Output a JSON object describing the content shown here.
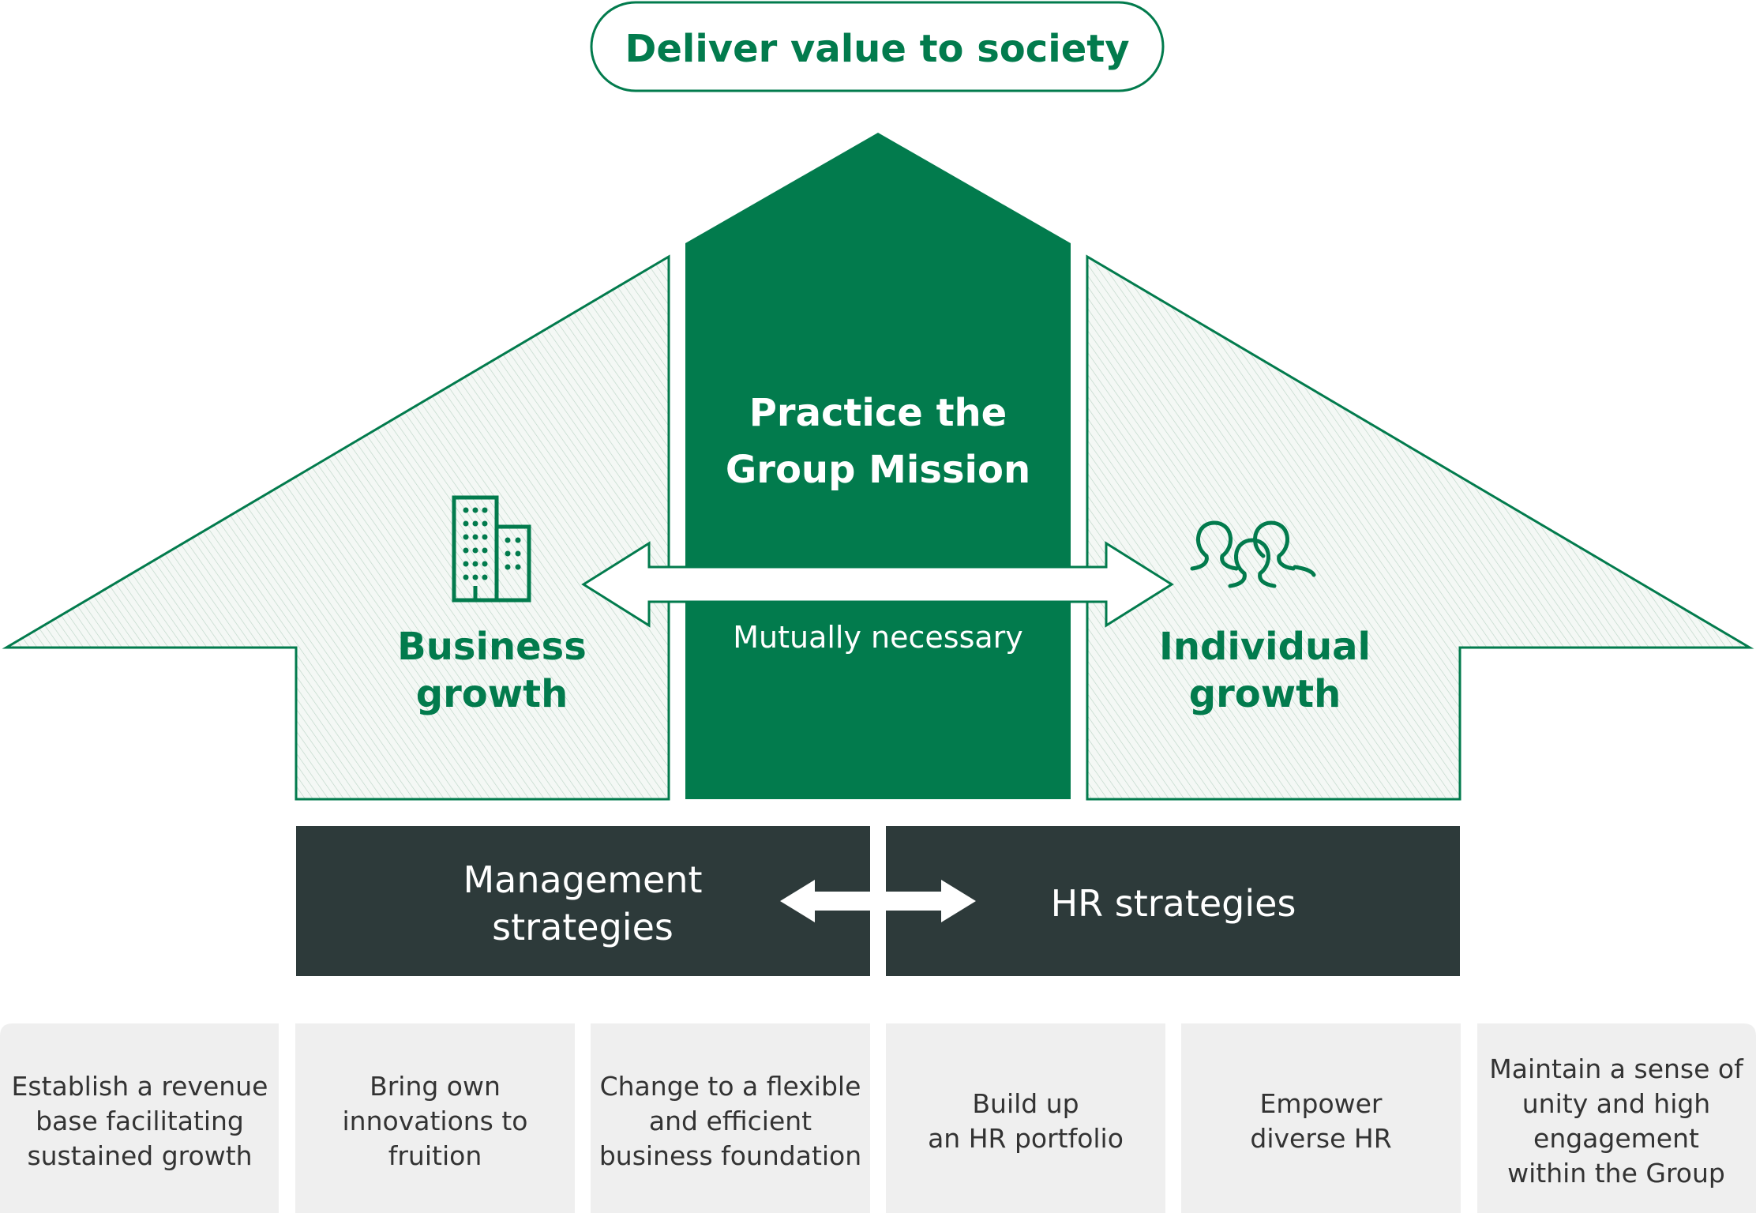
{
  "header": {
    "value_label": "Deliver value to society"
  },
  "center": {
    "mission_line1": "Practice the",
    "mission_line2": "Group Mission",
    "link_label": "Mutually necessary"
  },
  "left_wing": {
    "line1": "Business",
    "line2": "growth",
    "icon": "building-icon"
  },
  "right_wing": {
    "line1": "Individual",
    "line2": "growth",
    "icon": "people-icon"
  },
  "strategies": {
    "management_line1": "Management",
    "management_line2": "strategies",
    "hr": "HR strategies"
  },
  "pillars": [
    {
      "lines": [
        "Establish a revenue",
        "base facilitating",
        "sustained growth"
      ]
    },
    {
      "lines": [
        "Bring own",
        "innovations to",
        "fruition"
      ]
    },
    {
      "lines": [
        "Change to a flexible",
        "and efficient",
        "business foundation"
      ]
    },
    {
      "lines": [
        "Build up",
        "an HR portfolio"
      ]
    },
    {
      "lines": [
        "Empower",
        "diverse HR"
      ]
    },
    {
      "lines": [
        "Maintain a sense of",
        "unity and high",
        "engagement",
        "within the Group"
      ]
    }
  ],
  "colors": {
    "green": "#027B4D",
    "dark": "#2D3A3A",
    "hatch_bg": "#F3F7F4",
    "pillar_bg": "#EFEFEF",
    "pillar_text": "#333333",
    "white": "#FFFFFF"
  }
}
